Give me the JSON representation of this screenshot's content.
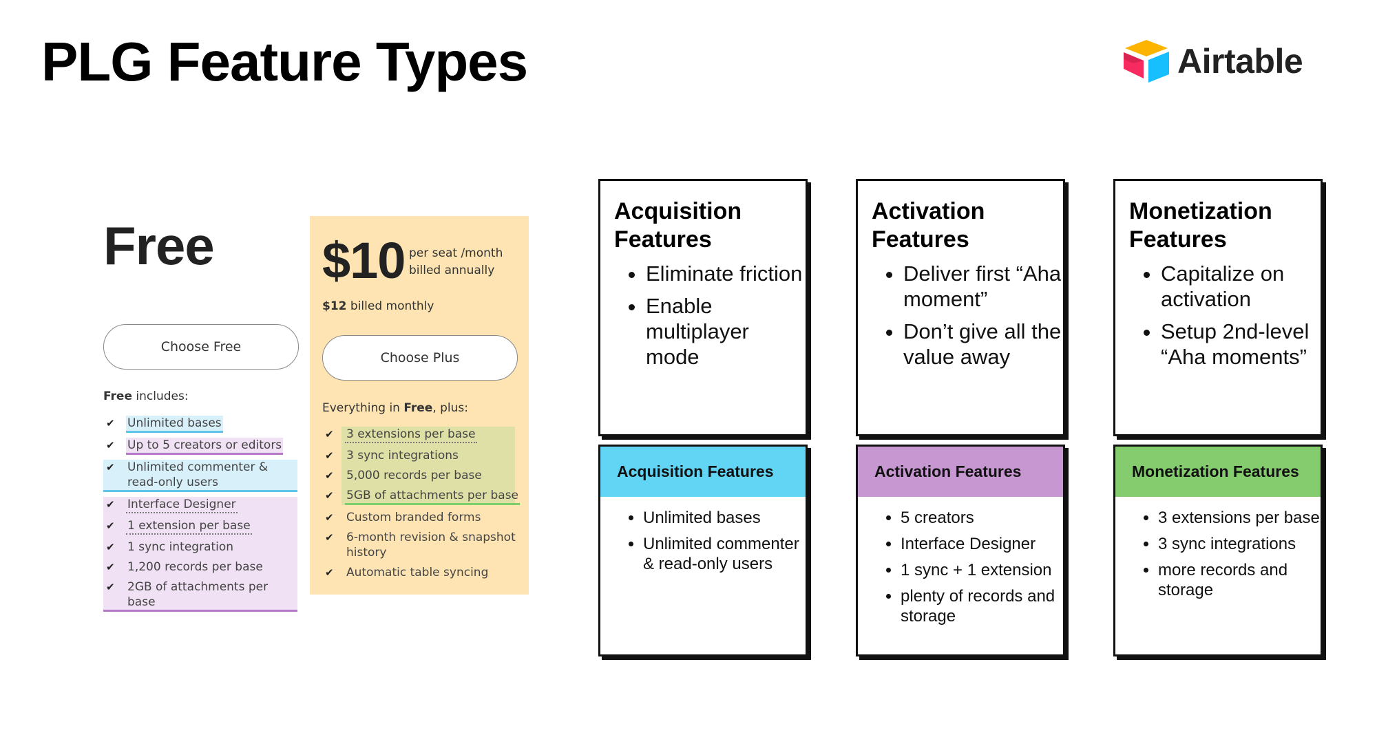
{
  "slide": {
    "title": "PLG Feature Types"
  },
  "logo": {
    "name": "Airtable",
    "icon": "airtable-logo-icon"
  },
  "pricing": {
    "free": {
      "price": "Free",
      "button": "Choose Free",
      "includes_bold": "Free",
      "includes_rest": " includes:",
      "items": [
        "Unlimited bases",
        "Up to 5 creators or editors",
        "Unlimited commenter & read-only users",
        "Interface Designer",
        "1 extension per base",
        "1 sync integration",
        "1,200 records per base",
        "2GB of attachments per base"
      ]
    },
    "plus": {
      "price": "$10",
      "per_seat": "per seat /month",
      "billed_annually": "billed annually",
      "monthly_bold": "$12",
      "monthly_rest": " billed monthly",
      "button": "Choose Plus",
      "everything_pre": "Everything in ",
      "everything_bold": "Free",
      "everything_post": ", plus:",
      "items": [
        "3 extensions per base",
        "3 sync integrations",
        "5,000 records per base",
        "5GB of attachments per base",
        "Custom branded forms",
        "6-month revision & snapshot history",
        "Automatic table syncing"
      ]
    },
    "check_icon": "checkmark-icon"
  },
  "cards": {
    "acquisition": {
      "title": "Acquisition Features",
      "bullets": [
        "Eliminate friction",
        "Enable multiplayer mode"
      ],
      "band": "Acquisition Features",
      "band_color": "#62d4f4",
      "examples": [
        "Unlimited bases",
        "Unlimited commenter & read-only users"
      ]
    },
    "activation": {
      "title": "Activation Features",
      "bullets": [
        "Deliver first “Aha moment”",
        "Don’t give all the value away"
      ],
      "band": "Activation Features",
      "band_color": "#c797d2",
      "examples": [
        "5 creators",
        "Interface Designer",
        "1 sync + 1 extension",
        "plenty of records and storage"
      ]
    },
    "monetization": {
      "title": "Monetization Features",
      "bullets": [
        "Capitalize on activation",
        "Setup 2nd-level “Aha moments”"
      ],
      "band": "Monetization Features",
      "band_color": "#84cc6e",
      "examples": [
        "3 extensions per base",
        "3 sync integrations",
        "more records and storage"
      ]
    }
  }
}
